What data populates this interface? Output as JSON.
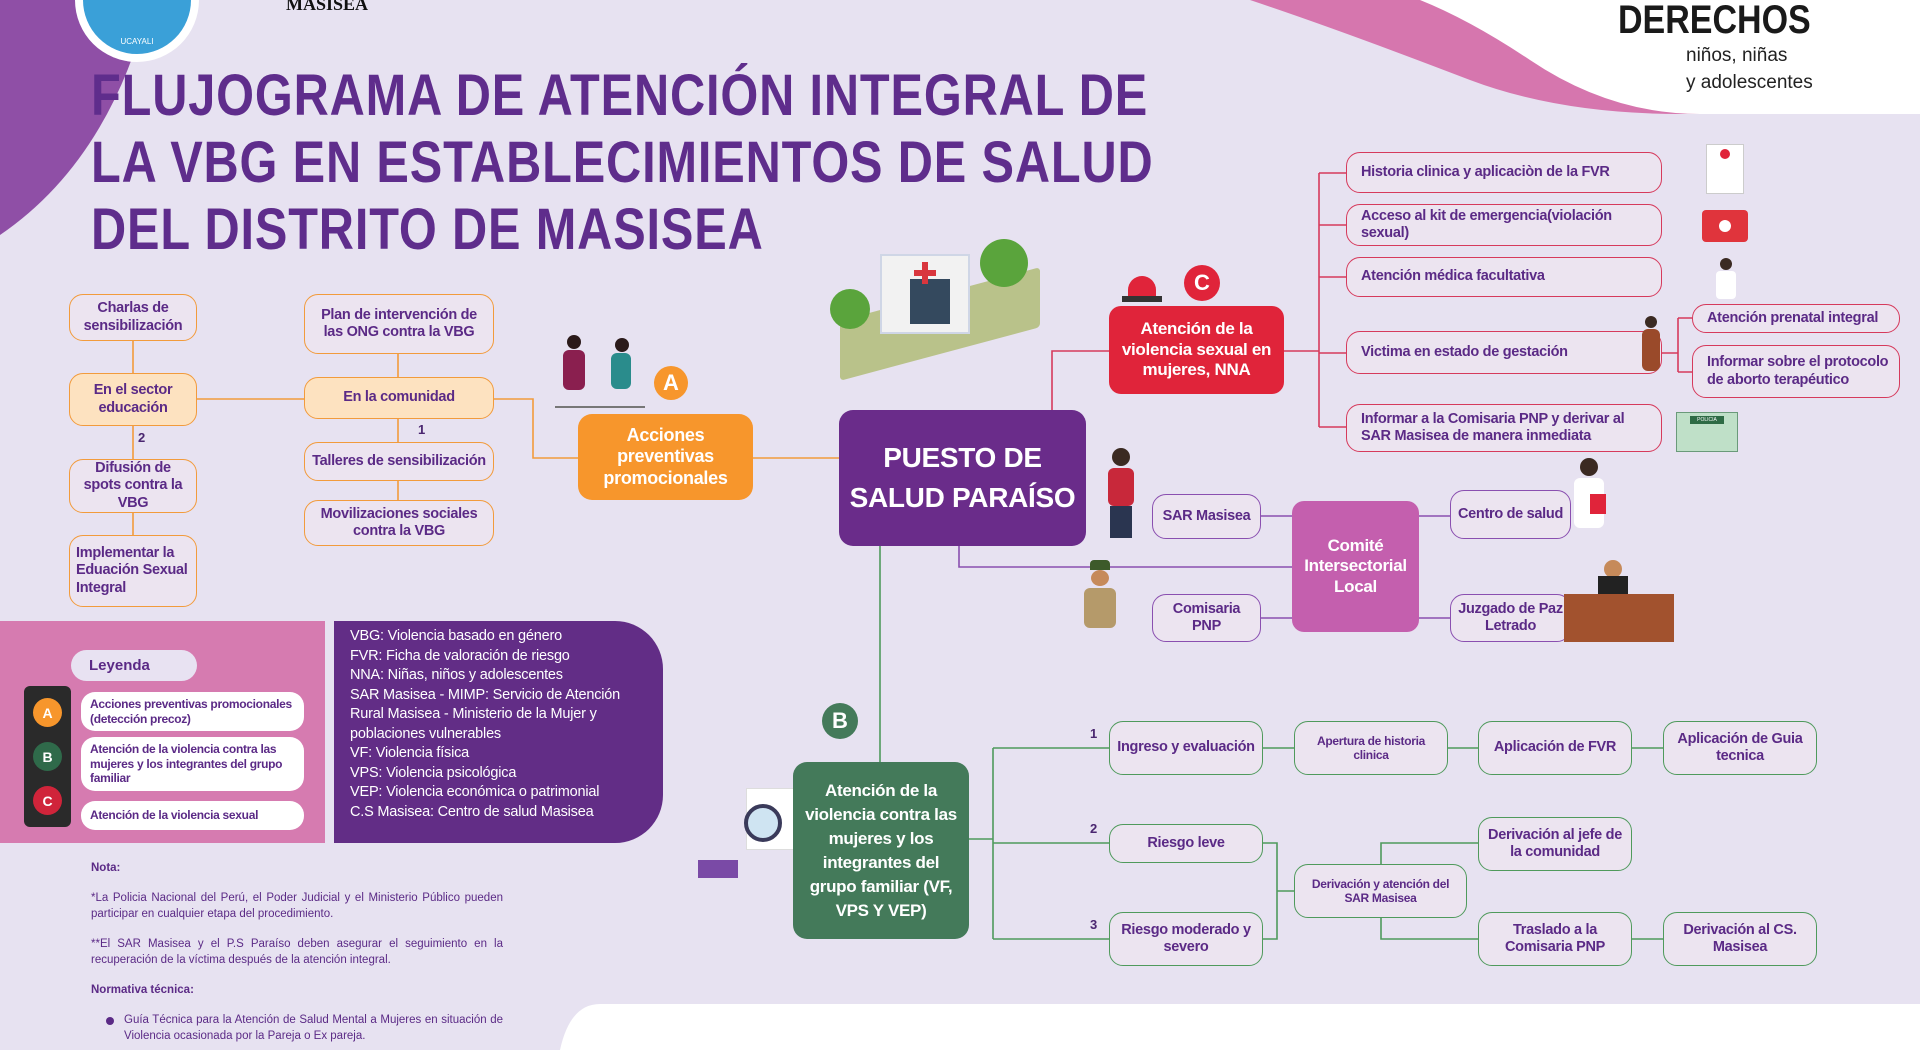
{
  "header": {
    "logo_text": "UCAYALI",
    "brand_text": "MASISEA",
    "rights_title": "DERECHOS",
    "rights_line1": "niños, niñas",
    "rights_line2": "y adolescentes"
  },
  "title": [
    "FLUJOGRAMA DE ATENCIÓN INTEGRAL DE",
    "LA VBG EN ESTABLECIMIENTOS DE SALUD",
    "DEL DISTRITO DE MASISEA"
  ],
  "center": {
    "label_line1": "PUESTO DE",
    "label_line2": "SALUD PARAÍSO"
  },
  "section_a": {
    "badge": "A",
    "label": "Acciones preventivas promocionales",
    "education": {
      "label": "En el sector educación",
      "number": "2",
      "items": [
        "Charlas de sensibilización",
        "Difusión de spots contra la VBG",
        "Implementar la Eduación Sexual Integral"
      ]
    },
    "community": {
      "label": "En la comunidad",
      "number": "1",
      "items": [
        "Plan de intervención de las  ONG contra la VBG",
        "Talleres de sensibilización",
        "Movilizaciones sociales contra la VBG"
      ]
    }
  },
  "section_c": {
    "badge": "C",
    "label": "Atención de la violencia sexual en mujeres, NNA",
    "items": [
      "Historia clinica y aplicaciòn de la FVR",
      "Acceso al kit de emergencia(violación sexual)",
      "Atención médica facultativa",
      "Victima en estado de gestación",
      "Informar a la Comisaria PNP y derivar al SAR Masisea de manera inmediata"
    ],
    "pregnancy_items": [
      "Atención prenatal integral",
      "Informar sobre el protocolo de aborto terapéutico"
    ],
    "police_sign": "POLICIA"
  },
  "committee": {
    "label": "Comité Intersectorial Local",
    "members": [
      "SAR Masisea",
      "Comisaria PNP",
      "Centro de salud",
      "Juzgado de Paz Letrado"
    ]
  },
  "section_b": {
    "badge": "B",
    "label": "Atención de la violencia contra las mujeres y los integrantes del grupo familiar (VF, VPS Y VEP)",
    "numbers": [
      "1",
      "2",
      "3"
    ],
    "row1": [
      "Ingreso y evaluación",
      "Apertura de historia clinica",
      "Aplicación de FVR",
      "Aplicación de Guia tecnica"
    ],
    "risk_low": "Riesgo leve",
    "risk_high": "Riesgo moderado y severo",
    "sar_referral": "Derivación y atención del SAR Masisea",
    "community_head": "Derivación al jefe de la comunidad",
    "transfer": "Traslado a la Comisaria PNP",
    "cs_referral": "Derivación al CS. Masisea"
  },
  "legend": {
    "title": "Leyenda",
    "items": [
      {
        "badge": "A",
        "text": "Acciones preventivas promocionales (detección precoz)"
      },
      {
        "badge": "B",
        "text": "Atención de la violencia contra las mujeres y los integrantes del grupo familiar"
      },
      {
        "badge": "C",
        "text": "Atención de la violencia sexual"
      }
    ]
  },
  "glossary": [
    "VBG: Violencia basado en género",
    "FVR: Ficha de valoración de riesgo",
    "NNA: Niñas, niños y adolescentes",
    "SAR Masisea - MIMP: Servicio de Atención Rural Masisea - Ministerio de la Mujer  y poblaciones vulnerables",
    "VF: Violencia física",
    "VPS: Violencia psicológica",
    "VEP: Violencia económica o patrimonial",
    "C.S Masisea: Centro de salud Masisea"
  ],
  "notes": {
    "title": "Nota:",
    "items": [
      "*La Policia Nacional del Perú, el Poder Judicial y el Ministerio Público pueden participar en cualquier etapa del procedimiento.",
      "**El SAR Masisea y el P.S Paraíso deben asegurar el seguimiento en la recuperación de la víctima después de la atención integral."
    ],
    "normativa_title": "Normativa técnica:",
    "normativa": [
      "Guía Técnica para la Atención de Salud Mental a Mujeres en situación de Violencia ocasionada por la Pareja o Ex pareja."
    ]
  },
  "colors": {
    "purple": "#622d86",
    "orange": "#f7962c",
    "red": "#e0243a",
    "green": "#447a5a",
    "pink": "#d67bb0"
  }
}
